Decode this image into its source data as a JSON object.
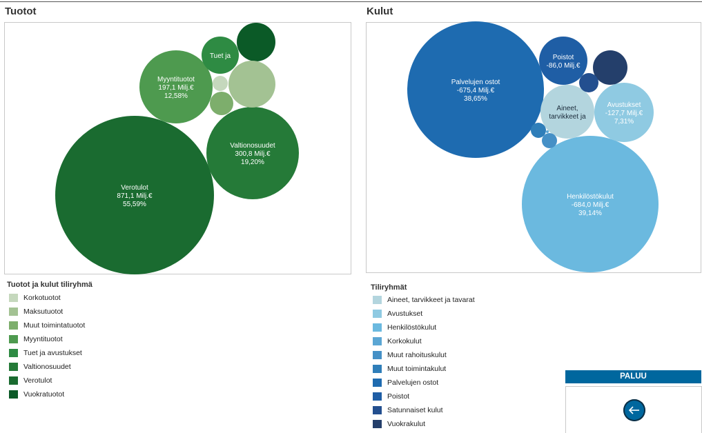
{
  "income": {
    "title": "Tuotot",
    "legend_title": "Tuotot ja kulut tiliryhmä",
    "legend": [
      {
        "label": "Korkotuotot",
        "color": "#c5d8bd"
      },
      {
        "label": "Maksutuotot",
        "color": "#a3c293"
      },
      {
        "label": "Muut toimintatuotot",
        "color": "#7dae6c"
      },
      {
        "label": "Myyntituotot",
        "color": "#4e9a4f"
      },
      {
        "label": "Tuet ja avustukset",
        "color": "#2e8b43"
      },
      {
        "label": "Valtionosuudet",
        "color": "#257a38"
      },
      {
        "label": "Verotulot",
        "color": "#1a6b30"
      },
      {
        "label": "Vuokratuotot",
        "color": "#0b5a27"
      }
    ]
  },
  "expenses": {
    "title": "Kulut",
    "legend_title": "Tiliryhmät",
    "legend": [
      {
        "label": "Aineet, tarvikkeet ja tavarat",
        "color": "#b3d5de"
      },
      {
        "label": "Avustukset",
        "color": "#8fcae2"
      },
      {
        "label": "Henkilöstökulut",
        "color": "#6bb9df"
      },
      {
        "label": "Korkokulut",
        "color": "#5ba6d4"
      },
      {
        "label": "Muut rahoituskulut",
        "color": "#4590c6"
      },
      {
        "label": "Muut toimintakulut",
        "color": "#2f7eb9"
      },
      {
        "label": "Palvelujen ostot",
        "color": "#1e6bb0"
      },
      {
        "label": "Poistot",
        "color": "#1f5ea5"
      },
      {
        "label": "Satunnaiset kulut",
        "color": "#234f8f"
      },
      {
        "label": "Vuokrakulut",
        "color": "#243f6b"
      }
    ]
  },
  "chart_data": [
    {
      "type": "bubble",
      "title": "Tuotot",
      "unit": "Milj.€",
      "series": [
        {
          "name": "Verotulot",
          "value": 871.1,
          "value_label": "871,1 Milj.€",
          "percent": "55,59%",
          "color": "#1a6b30",
          "labels": [
            "Verotulot",
            "871,1 Milj.€",
            "55,59%"
          ]
        },
        {
          "name": "Valtionosuudet",
          "value": 300.8,
          "value_label": "300,8 Milj.€",
          "percent": "19,20%",
          "color": "#257a38",
          "labels": [
            "Valtionosuudet",
            "300,8 Milj.€",
            "19,20%"
          ]
        },
        {
          "name": "Myyntituotot",
          "value": 197.1,
          "value_label": "197,1 Milj.€",
          "percent": "12,58%",
          "color": "#4e9a4f",
          "labels": [
            "Myyntituotot",
            "197,1 Milj.€",
            "12,58%"
          ]
        },
        {
          "name": "Tuet ja avustukset",
          "color": "#2e8b43",
          "labels": [
            "Tuet ja"
          ]
        },
        {
          "name": "Vuokratuotot",
          "color": "#0b5a27",
          "labels": []
        },
        {
          "name": "Maksutuotot",
          "color": "#a3c293",
          "labels": []
        },
        {
          "name": "Korkotuotot",
          "color": "#c5d8bd",
          "labels": []
        },
        {
          "name": "Muut toimintatuotot",
          "color": "#7dae6c",
          "labels": []
        }
      ]
    },
    {
      "type": "bubble",
      "title": "Kulut",
      "unit": "Milj.€",
      "series": [
        {
          "name": "Henkilöstökulut",
          "value": -684.0,
          "value_label": "-684,0 Milj.€",
          "percent": "39,14%",
          "color": "#6bb9df",
          "labels": [
            "Henkilöstökulut",
            "-684,0 Milj.€",
            "39,14%"
          ]
        },
        {
          "name": "Palvelujen ostot",
          "value": -675.4,
          "value_label": "-675,4 Milj.€",
          "percent": "38,65%",
          "color": "#1e6bb0",
          "labels": [
            "Palvelujen ostot",
            "-675,4 Milj.€",
            "38,65%"
          ]
        },
        {
          "name": "Avustukset",
          "value": -127.7,
          "value_label": "-127,7 Milj.€",
          "percent": "7,31%",
          "color": "#8fcae2",
          "labels": [
            "Avustukset",
            "-127,7 Milj.€",
            "7,31%"
          ]
        },
        {
          "name": "Poistot",
          "value": -86.0,
          "value_label": "-86,0 Milj.€",
          "color": "#1f5ea5",
          "labels": [
            "Poistot",
            "-86,0 Milj.€"
          ]
        },
        {
          "name": "Aineet, tarvikkeet ja tavarat",
          "color": "#b3d5de",
          "labels": [
            "Aineet,",
            "tarvikkeet ja"
          ]
        },
        {
          "name": "Vuokrakulut",
          "color": "#243f6b",
          "labels": []
        },
        {
          "name": "Satunnaiset kulut",
          "color": "#234f8f",
          "labels": []
        },
        {
          "name": "Muut toimintakulut",
          "color": "#2f7eb9",
          "labels": []
        },
        {
          "name": "Muut rahoituskulut",
          "color": "#4590c6",
          "labels": []
        },
        {
          "name": "Korkokulut",
          "color": "#5ba6d4",
          "labels": []
        }
      ]
    }
  ],
  "back_button": {
    "label": "PALUU",
    "icon": "arrow-left-icon"
  }
}
